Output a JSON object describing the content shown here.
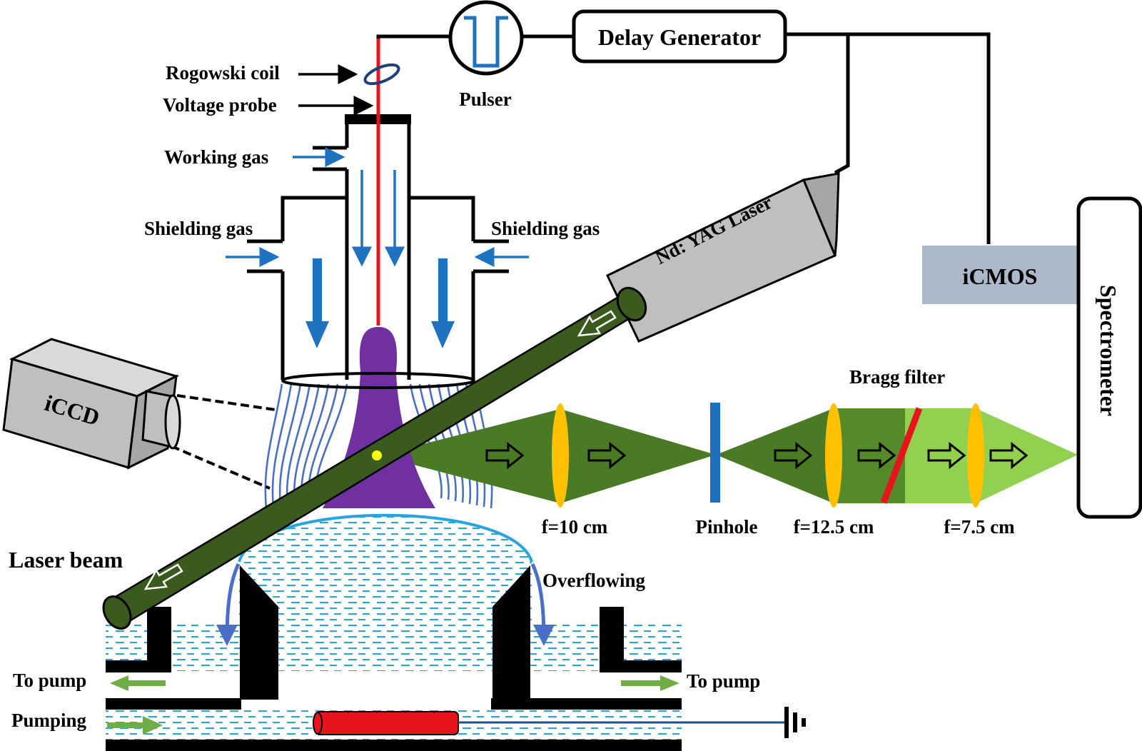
{
  "labels": {
    "delay_generator": "Delay Generator",
    "pulser": "Pulser",
    "rogowski_coil": "Rogowski coil",
    "voltage_probe": "Voltage probe",
    "working_gas": "Working gas",
    "shielding_gas_left": "Shielding gas",
    "shielding_gas_right": "Shielding gas",
    "nd_yag_laser": "Nd: YAG Laser",
    "icmos": "iCMOS",
    "spectrometer": "Spectrometer",
    "iccd": "iCCD",
    "bragg_filter": "Bragg filter",
    "lens_1": "f=10 cm",
    "pinhole": "Pinhole",
    "lens_2": "f=12.5 cm",
    "lens_3": "f=7.5 cm",
    "laser_beam": "Laser beam",
    "overflowing": "Overflowing",
    "to_pump_left": "To pump",
    "to_pump_right": "To pump",
    "pumping": "Pumping"
  },
  "colors": {
    "electrode": "#e8141c",
    "plasma": "#7030a0",
    "laser_beam": "#3a5a1e",
    "collection_dark": "#4a7a23",
    "collection_mid": "#5a8a28",
    "collection_light": "#92d050",
    "lens": "#ffc000",
    "pinhole": "#1f6fbf",
    "gas_arrow": "#1f72c0",
    "flow_lines": "#4a6fc8",
    "water_dash": "#26a5e0",
    "pump_arrow": "#70ad47",
    "icmos_box": "#adb9ca",
    "device_gray": "#bfbfbf",
    "focal_point": "#ffff00"
  }
}
